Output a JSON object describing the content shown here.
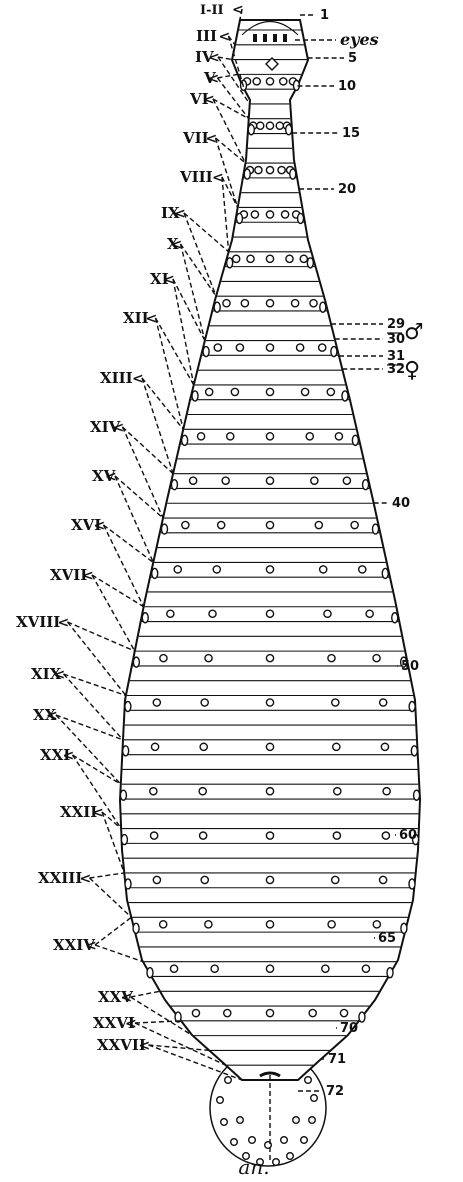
{
  "diagram": {
    "somite_labels": [
      "I-II",
      "III",
      "IV",
      "V",
      "VI",
      "VII",
      "VIII",
      "IX",
      "X",
      "XI",
      "XII",
      "XIII",
      "XIV",
      "XV",
      "XVI",
      "XVII",
      "XVIII",
      "XIX",
      "XX",
      "XXI",
      "XXII",
      "XXIII",
      "XXIV",
      "XXV",
      "XXVI",
      "XXVII"
    ],
    "annulus_numbers": [
      "1",
      "5",
      "10",
      "15",
      "20",
      "29",
      "30",
      "31",
      "32",
      "40",
      "50",
      "60",
      "65",
      "70",
      "71",
      "72"
    ],
    "eyes_label": "eyes",
    "anus_label": "an.",
    "male_symbol": "♂",
    "female_symbol": "♀"
  }
}
